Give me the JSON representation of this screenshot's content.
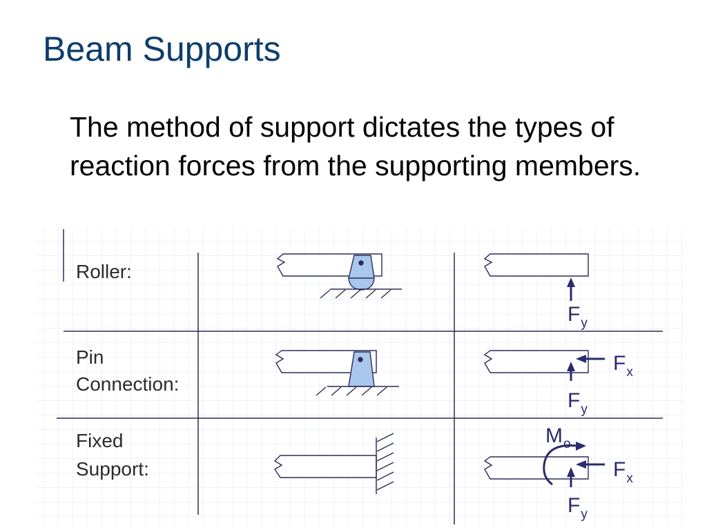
{
  "slide": {
    "title": "Beam Supports",
    "body": "The method of support dictates the types of reaction forces from the supporting members."
  },
  "diagram": {
    "rows": [
      {
        "label_lines": [
          "Roller:"
        ],
        "forces": [
          {
            "symbol": "F",
            "subscript": "y"
          }
        ]
      },
      {
        "label_lines": [
          "Pin",
          "Connection:"
        ],
        "forces": [
          {
            "symbol": "F",
            "subscript": "x"
          },
          {
            "symbol": "F",
            "subscript": "y"
          }
        ]
      },
      {
        "label_lines": [
          "Fixed",
          "Support:"
        ],
        "forces": [
          {
            "symbol": "M",
            "subscript": "o"
          },
          {
            "symbol": "F",
            "subscript": "x"
          },
          {
            "symbol": "F",
            "subscript": "y"
          }
        ]
      }
    ]
  },
  "colors": {
    "title": "#0d3d6b",
    "support_fill": "#a9c6ec",
    "arrow": "#2a2a6e",
    "line": "#2b2b55",
    "grid": "#dfe5ef"
  }
}
